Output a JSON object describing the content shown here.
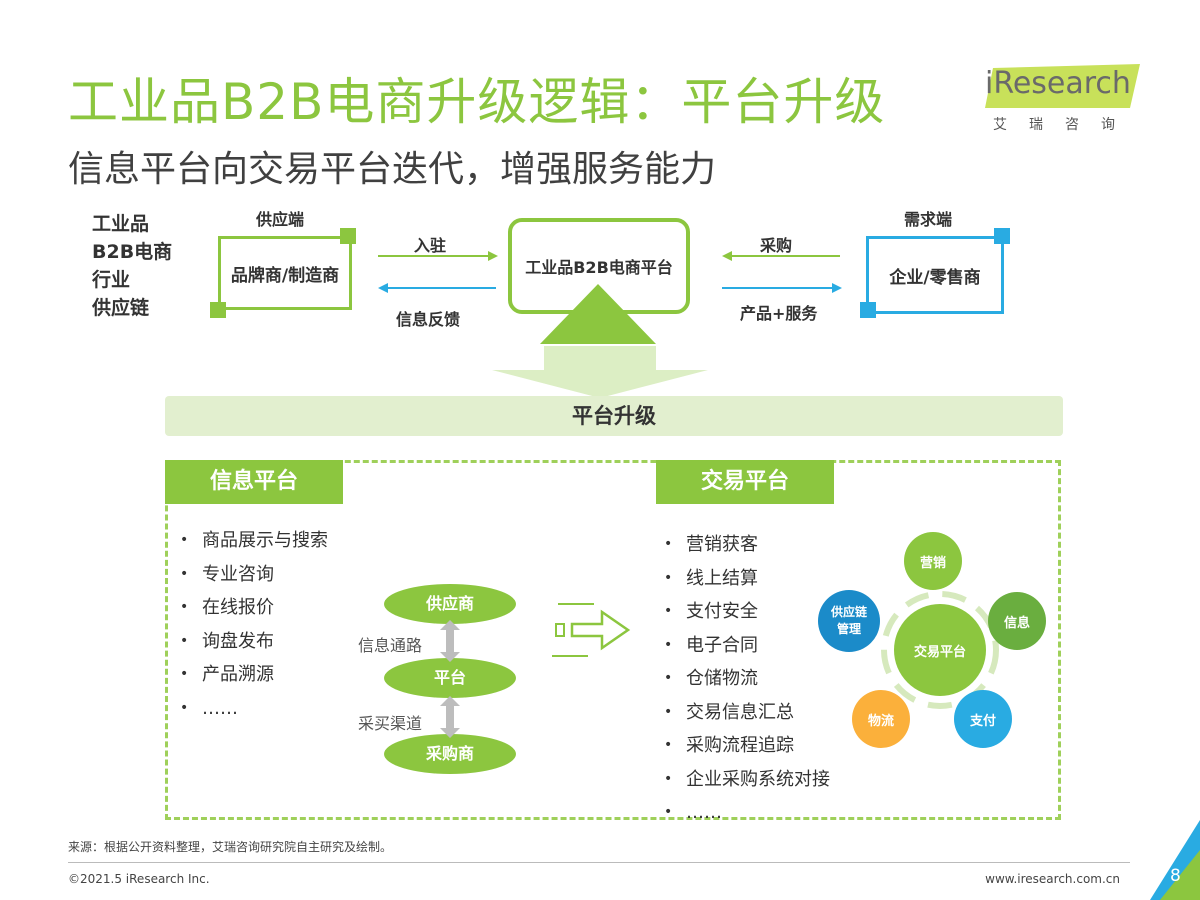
{
  "title": "工业品B2B电商升级逻辑：平台升级",
  "subtitle": "信息平台向交易平台迭代，增强服务能力",
  "logo": {
    "text": "iResearch",
    "cn": "艾瑞咨询"
  },
  "left_labels": [
    "工业品",
    "B2B电商",
    "行业",
    "供应链"
  ],
  "top_diagram": {
    "supply_label": "供应端",
    "supply_node": "品牌商/制造商",
    "center_node": "工业品B2B电商平台",
    "demand_label": "需求端",
    "demand_node": "企业/零售商",
    "arrow_in": "入驻",
    "arrow_feedback": "信息反馈",
    "arrow_purchase": "采购",
    "arrow_products": "产品+服务"
  },
  "upgrade_bar": "平台升级",
  "info_platform": {
    "title": "信息平台",
    "items": [
      "商品展示与搜索",
      "专业咨询",
      "在线报价",
      "询盘发布",
      "产品溯源",
      "……"
    ],
    "flow": {
      "top": "供应商",
      "middle": "平台",
      "bottom": "采购商",
      "label_upper": "信息通路",
      "label_lower": "采买渠道"
    }
  },
  "trade_platform": {
    "title": "交易平台",
    "items": [
      "营销获客",
      "线上结算",
      "支付安全",
      "电子合同",
      "仓储物流",
      "交易信息汇总",
      "采购流程追踪",
      "企业采购系统对接",
      "……"
    ],
    "hub": {
      "center": "交易平台",
      "nodes": [
        {
          "label": "营销",
          "color": "#8CC63F"
        },
        {
          "label": "信息",
          "color": "#6AAE3F"
        },
        {
          "label": "支付",
          "color": "#29ABE2"
        },
        {
          "label": "物流",
          "color": "#FBB03B"
        },
        {
          "label": "供应链管理",
          "color": "#1B8BC9"
        }
      ]
    }
  },
  "footer": {
    "source": "来源：根据公开资料整理，艾瑞咨询研究院自主研究及绘制。",
    "copyright": "©2021.5 iResearch Inc.",
    "url": "www.iresearch.com.cn",
    "page": "8"
  },
  "colors": {
    "accent": "#8CC63F",
    "blue": "#29ABE2",
    "light_green": "#E2EFCF"
  }
}
